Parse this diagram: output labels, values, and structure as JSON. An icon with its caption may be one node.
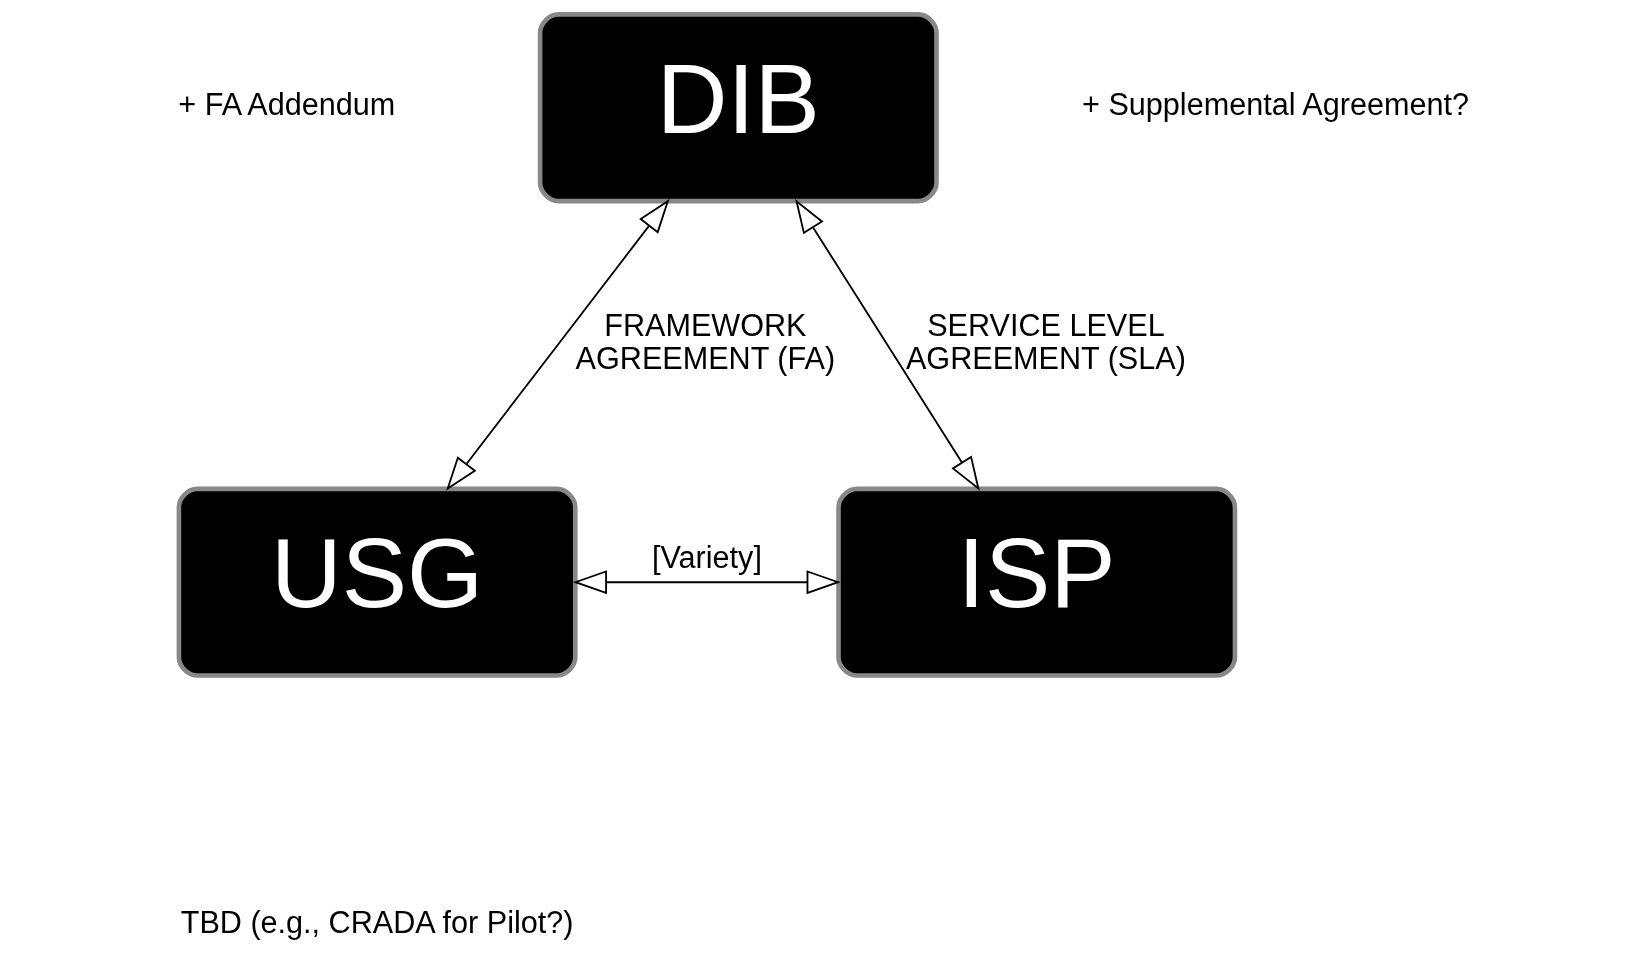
{
  "diagram": {
    "nodes": [
      {
        "text": [
          "DIB"
        ]
      },
      {
        "text": [
          "USG"
        ]
      },
      {
        "text": [
          "ISP"
        ]
      }
    ],
    "edges": [
      {
        "from": 0,
        "to": 1,
        "arrow": "both",
        "label": "FRAMEWORK AGREEMENT (FA)"
      },
      {
        "from": 0,
        "to": 2,
        "arrow": "both",
        "label": "SERVICE LEVEL AGREEMENT (SLA)"
      },
      {
        "from": 1,
        "to": 2,
        "arrow": "both",
        "label": "[Variety]"
      }
    ],
    "labels": [
      "+ FA Addendum",
      "+ Supplemental Agreement?",
      "TBD (e.g., CRADA for Pilot?)"
    ]
  }
}
